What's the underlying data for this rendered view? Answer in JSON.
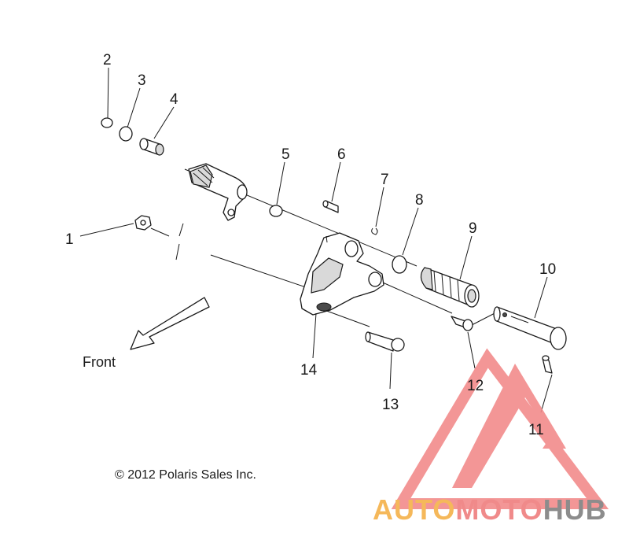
{
  "diagram": {
    "copyright": "© 2012 Polaris Sales Inc.",
    "direction_label": "Front",
    "callouts": [
      "1",
      "2",
      "3",
      "4",
      "5",
      "6",
      "7",
      "8",
      "9",
      "10",
      "11",
      "12",
      "13",
      "14"
    ]
  },
  "watermark": {
    "part1": "AUTO",
    "part2": "MOTO",
    "part3": "HUB",
    "colors": {
      "auto": "#f5b85a",
      "moto": "#f08a8a",
      "hub": "#8c8c8c",
      "triangle": "#f28b8b"
    }
  }
}
